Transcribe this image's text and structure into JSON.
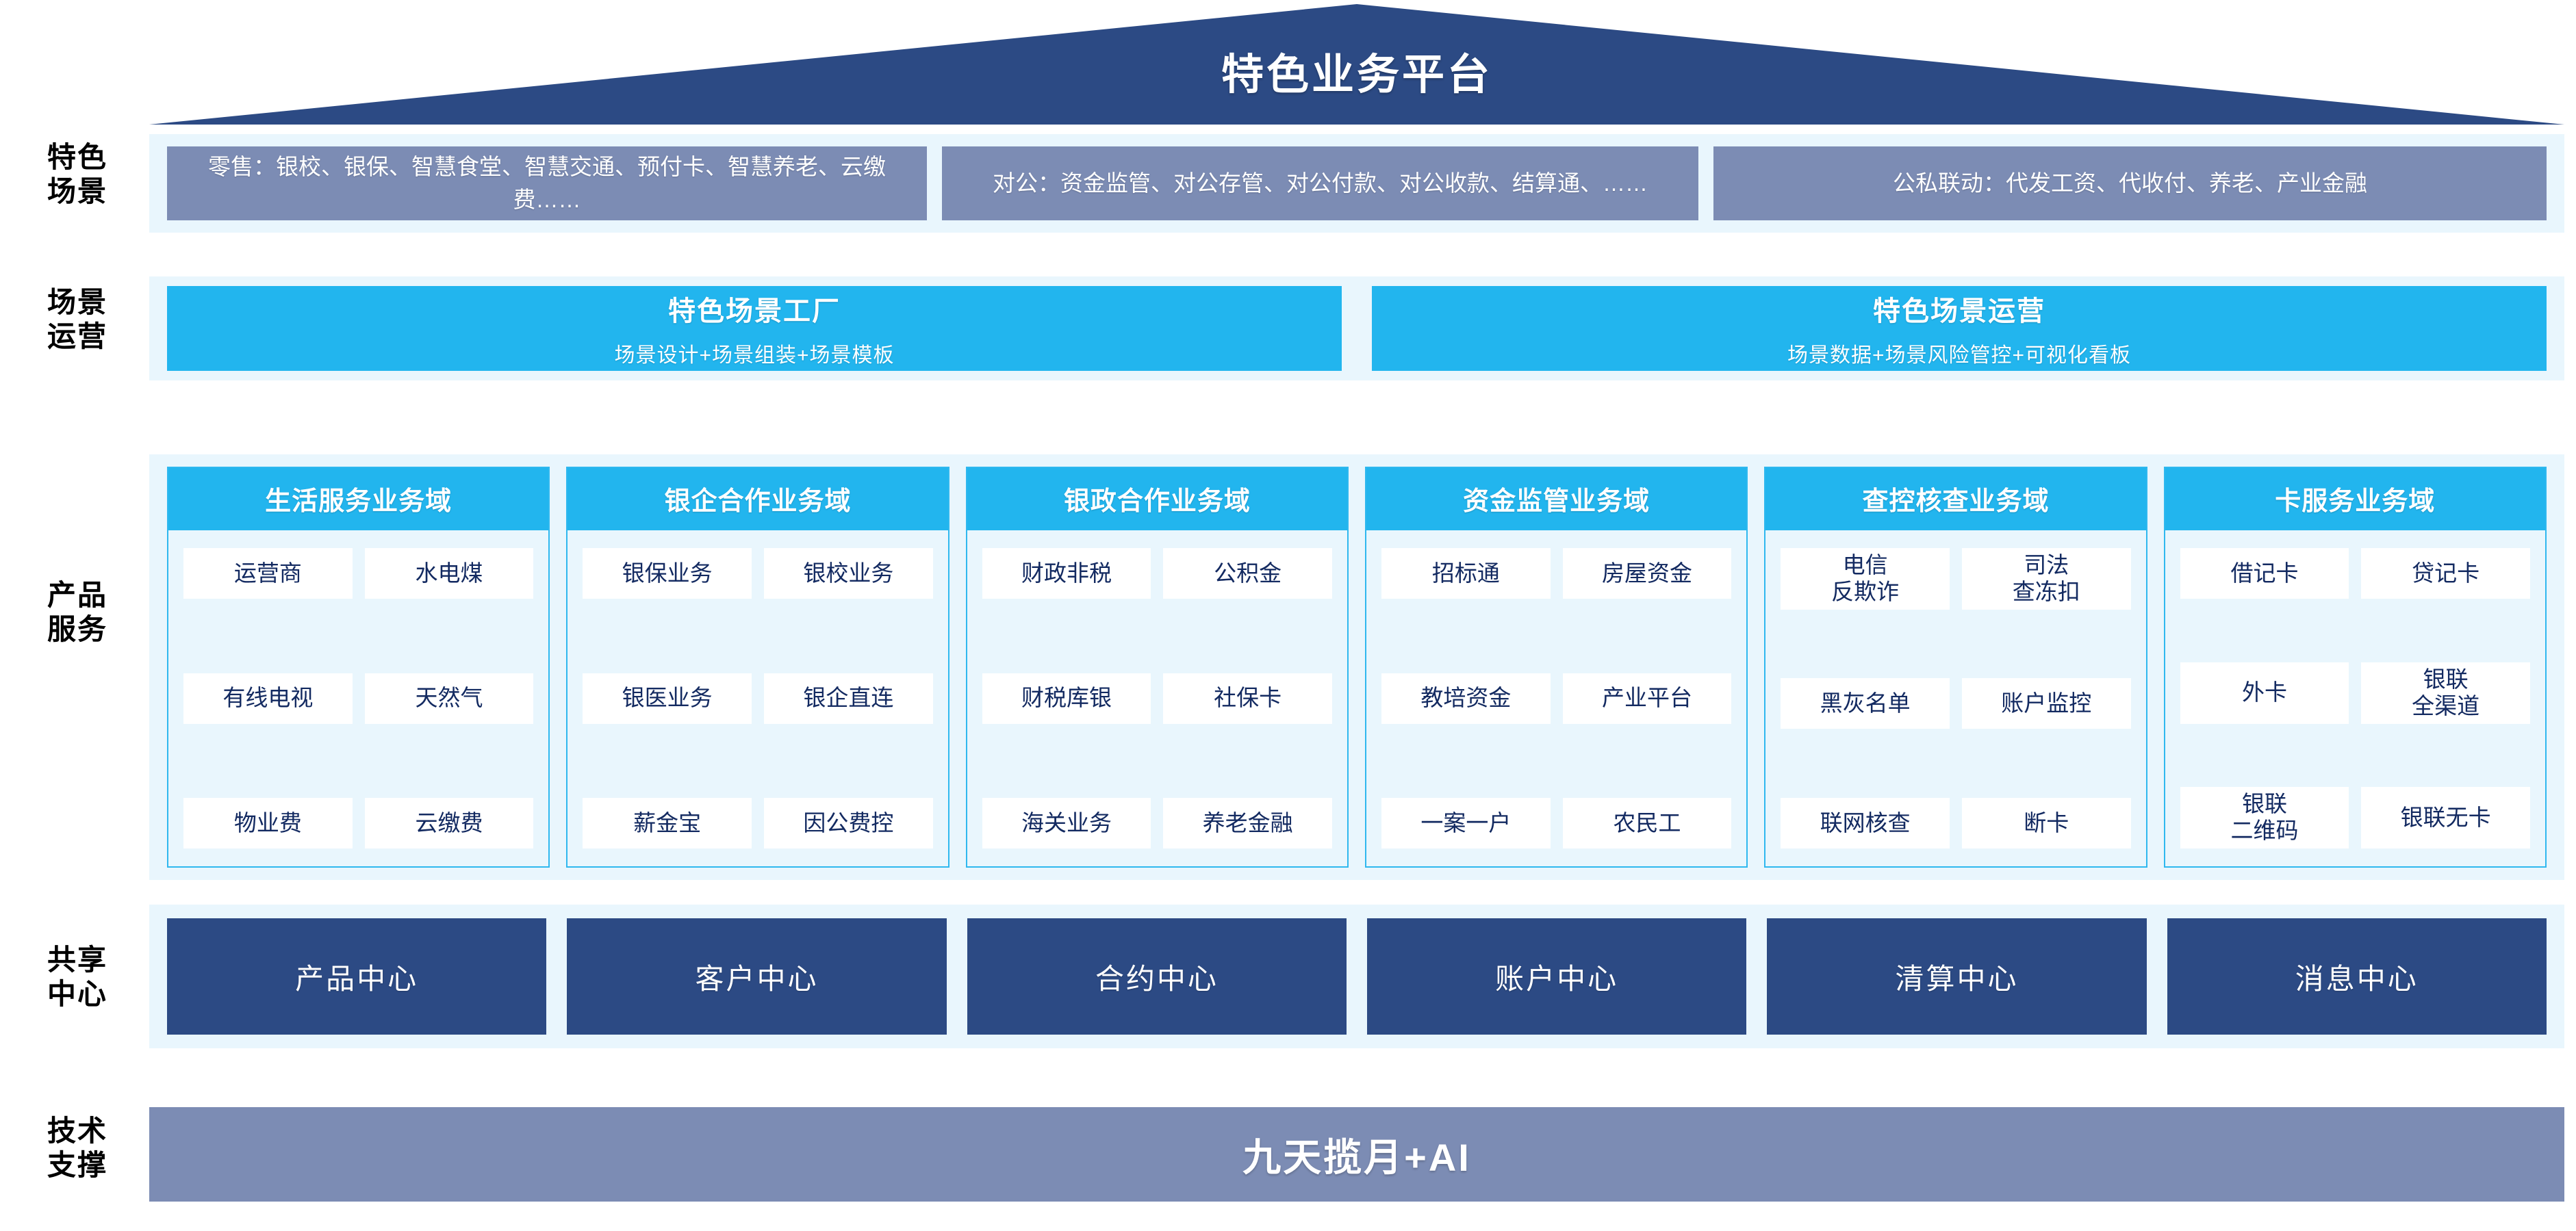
{
  "header": {
    "title": "特色业务平台",
    "roof_color": "#2c4a84"
  },
  "rail": {
    "labels": [
      {
        "text": "特色\n场景"
      },
      {
        "text": "场景\n运营"
      },
      {
        "text": "产品\n服务"
      },
      {
        "text": "共享\n中心"
      },
      {
        "text": "技术\n支撑"
      }
    ]
  },
  "scenarios": {
    "band_color": "#e9f6fd",
    "box_color": "#7c8cb4",
    "items": [
      {
        "text": "零售：银校、银保、智慧食堂、智慧交通、预付卡、智慧养老、云缴费……"
      },
      {
        "text": "对公：资金监管、对公存管、对公付款、对公收款、结算通、……"
      },
      {
        "text": "公私联动：代发工资、代收付、养老、产业金融"
      }
    ]
  },
  "operations": {
    "accent_color": "#22b5ee",
    "items": [
      {
        "title": "特色场景工厂",
        "subtitle": "场景设计+场景组装+场景模板"
      },
      {
        "title": "特色场景运营",
        "subtitle": "场景数据+场景风险管控+可视化看板"
      }
    ]
  },
  "products": {
    "header_color": "#22b5ee",
    "chip_text_color": "#132a61",
    "domains": [
      {
        "title": "生活服务业务域",
        "chips": [
          "运营商",
          "水电煤",
          "有线电视",
          "天然气",
          "物业费",
          "云缴费"
        ]
      },
      {
        "title": "银企合作业务域",
        "chips": [
          "银保业务",
          "银校业务",
          "银医业务",
          "银企直连",
          "薪金宝",
          "因公费控"
        ]
      },
      {
        "title": "银政合作业务域",
        "chips": [
          "财政非税",
          "公积金",
          "财税库银",
          "社保卡",
          "海关业务",
          "养老金融"
        ]
      },
      {
        "title": "资金监管业务域",
        "chips": [
          "招标通",
          "房屋资金",
          "教培资金",
          "产业平台",
          "一案一户",
          "农民工"
        ]
      },
      {
        "title": "查控核查业务域",
        "chips": [
          "电信\n反欺诈",
          "司法\n查冻扣",
          "黑灰名单",
          "账户监控",
          "联网核查",
          "断卡"
        ]
      },
      {
        "title": "卡服务业务域",
        "chips": [
          "借记卡",
          "贷记卡",
          "外卡",
          "银联\n全渠道",
          "银联\n二维码",
          "银联无卡"
        ]
      }
    ]
  },
  "shared_centers": {
    "box_color": "#2c4a84",
    "items": [
      "产品中心",
      "客户中心",
      "合约中心",
      "账户中心",
      "清算中心",
      "消息中心"
    ]
  },
  "tech_support": {
    "text": "九天揽月+AI",
    "bar_color": "#7c8cb4"
  }
}
